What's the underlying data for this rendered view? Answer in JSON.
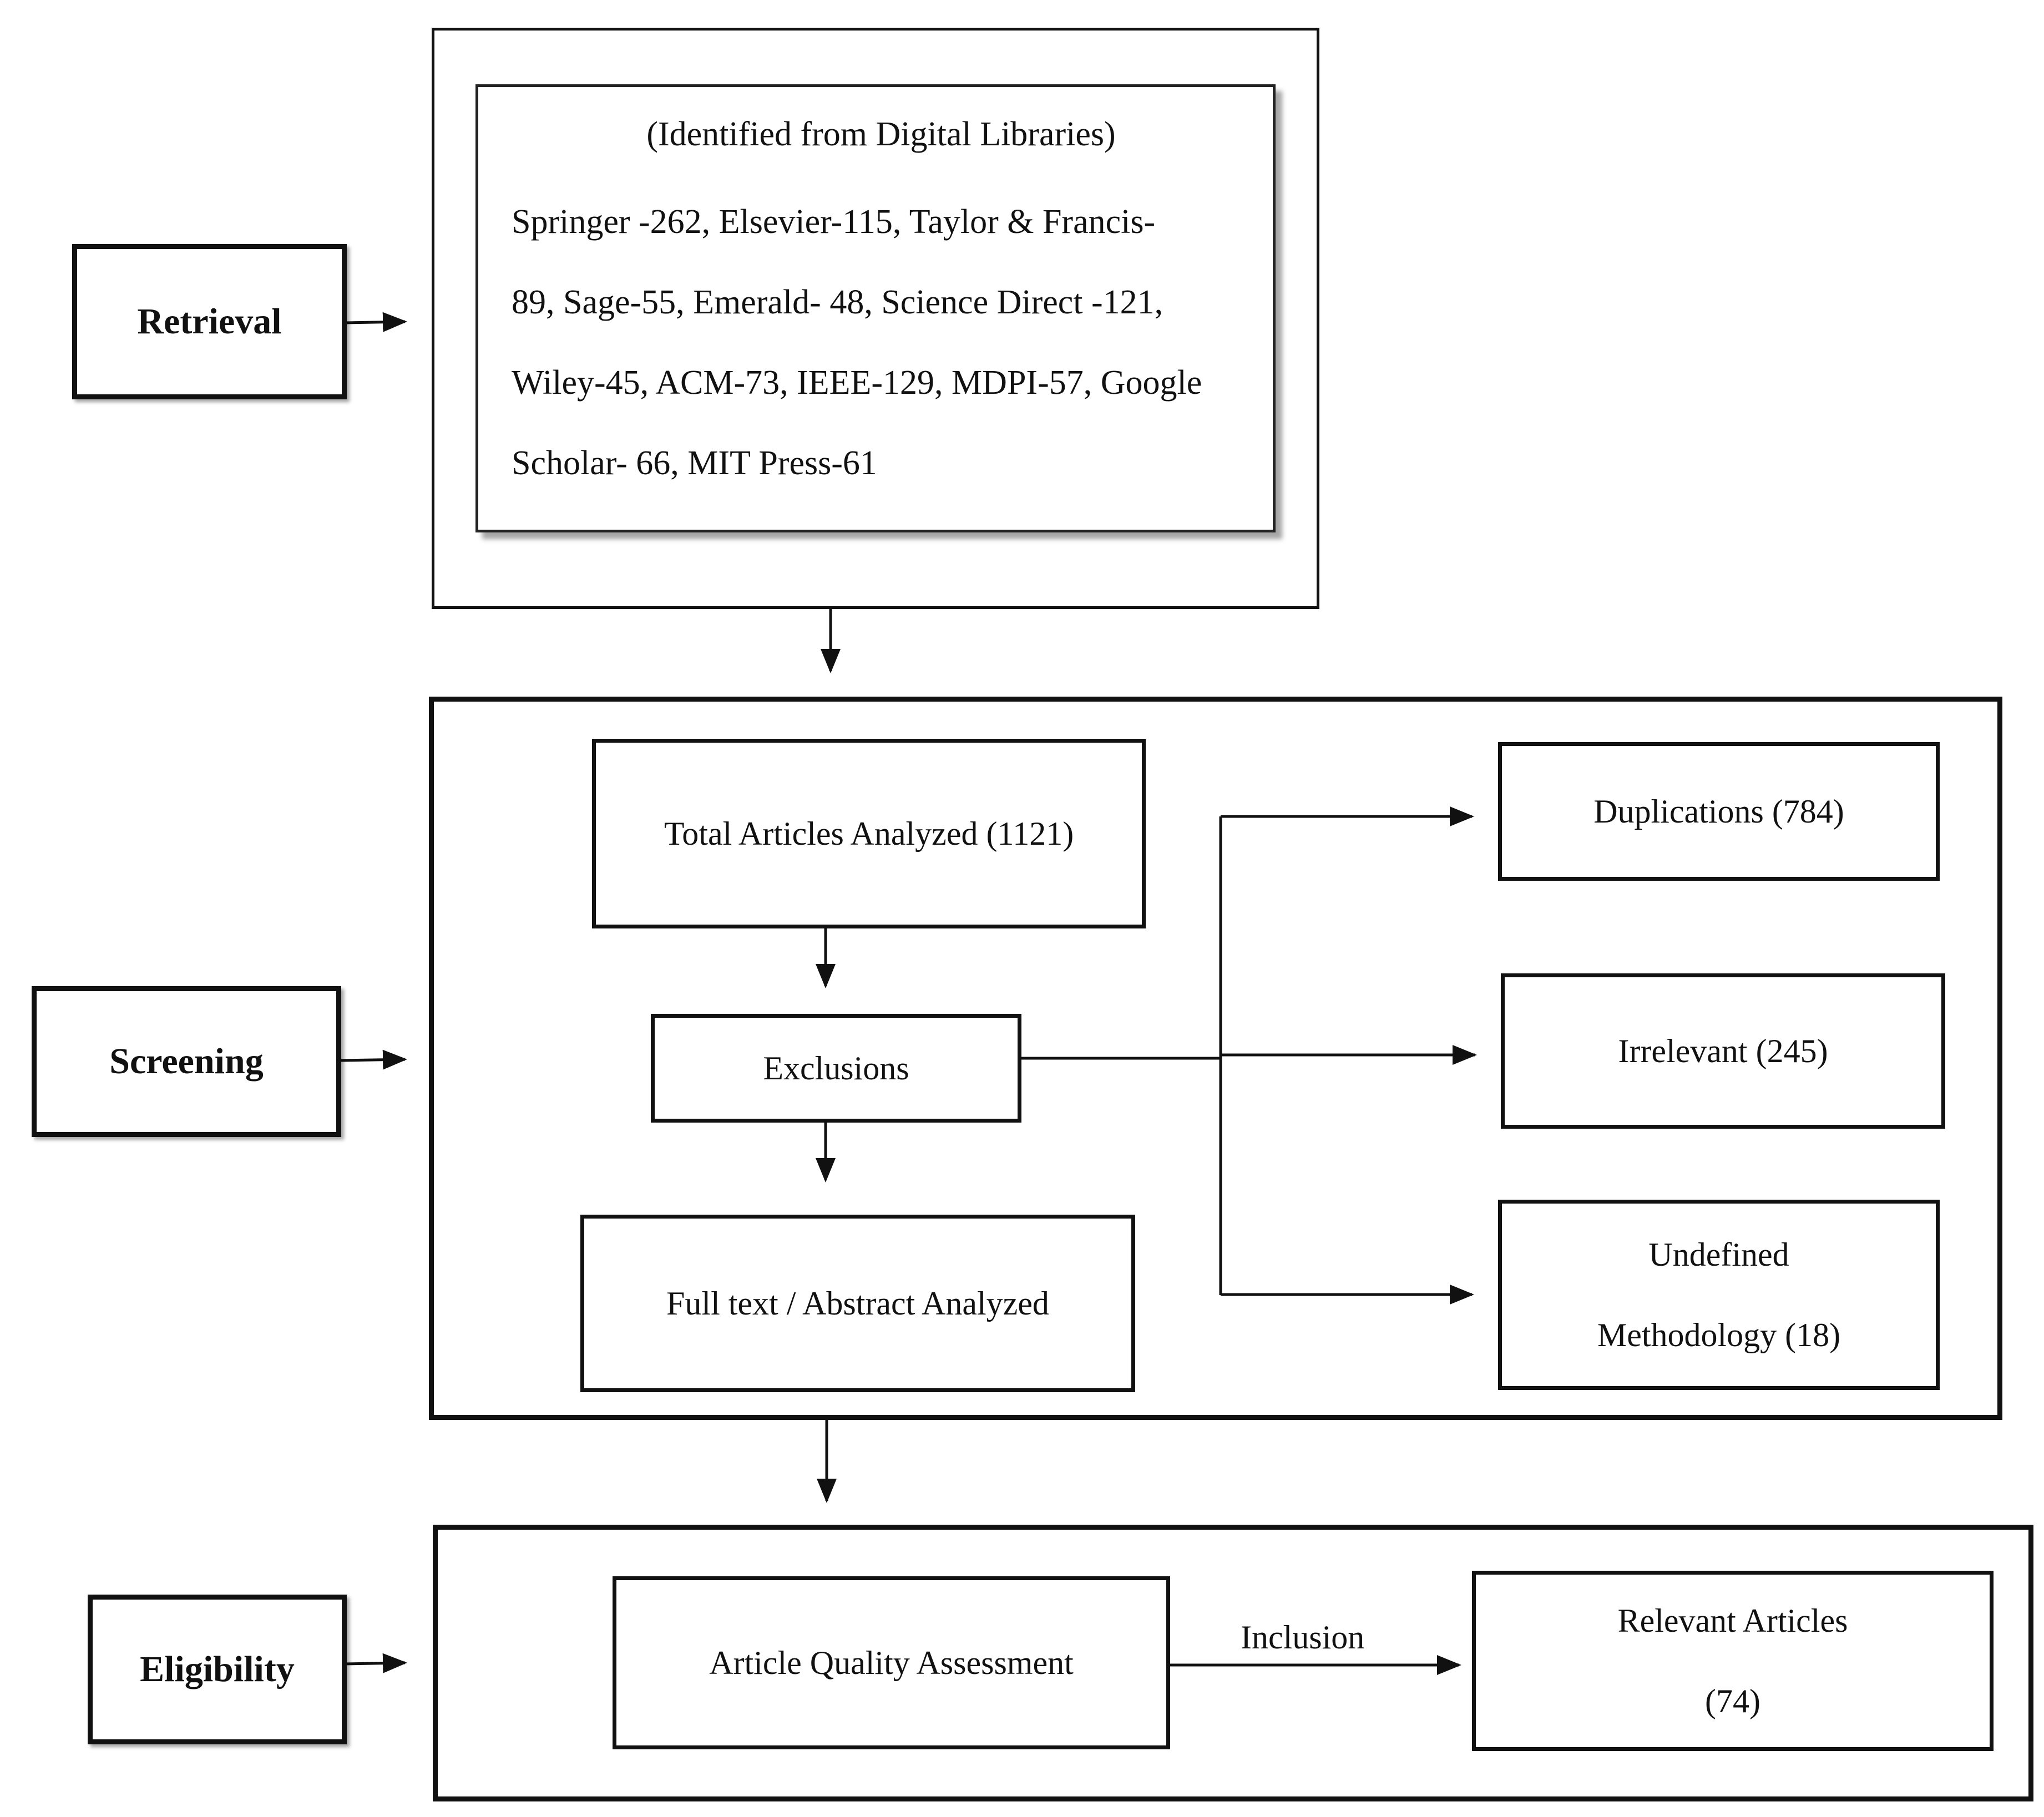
{
  "stages": {
    "retrieval": "Retrieval",
    "screening": "Screening",
    "eligibility": "Eligibility"
  },
  "retrieval_box": {
    "title": "(Identified from Digital Libraries)",
    "lines": [
      "Springer -262, Elsevier-115, Taylor & Francis-",
      "89, Sage-55, Emerald- 48, Science Direct -121,",
      "Wiley-45, ACM-73, IEEE-129, MDPI-57, Google",
      "Scholar- 66, MIT Press-61"
    ]
  },
  "screening": {
    "total": "Total Articles Analyzed (1121)",
    "exclusions": "Exclusions",
    "full_text": "Full text / Abstract Analyzed",
    "duplications": "Duplications (784)",
    "irrelevant": "Irrelevant (245)",
    "undefined_line1": "Undefined",
    "undefined_line2": "Methodology (18)"
  },
  "eligibility": {
    "quality": "Article Quality Assessment",
    "inclusion_label": "Inclusion",
    "relevant_line1": "Relevant Articles",
    "relevant_line2": "(74)"
  }
}
